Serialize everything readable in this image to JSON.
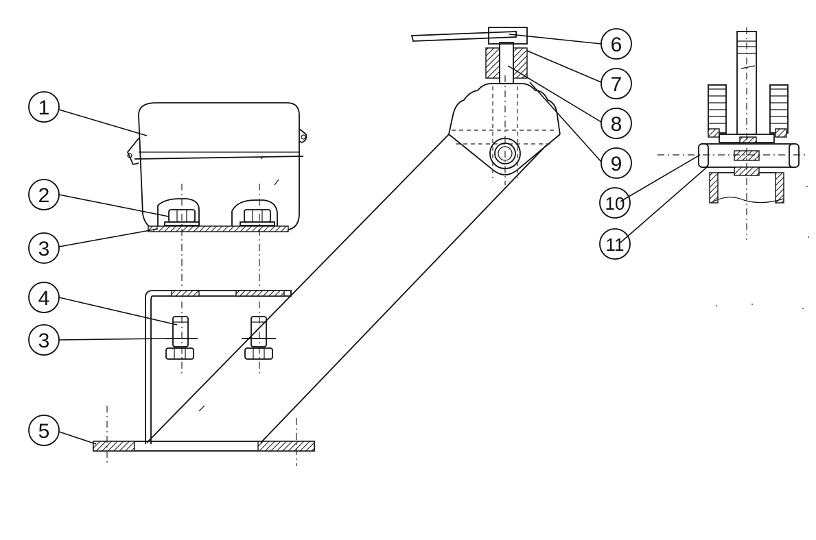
{
  "callouts": [
    {
      "id": "1",
      "label": "1"
    },
    {
      "id": "2",
      "label": "2"
    },
    {
      "id": "3a",
      "label": "3"
    },
    {
      "id": "4",
      "label": "4"
    },
    {
      "id": "3b",
      "label": "3"
    },
    {
      "id": "5",
      "label": "5"
    },
    {
      "id": "6",
      "label": "6"
    },
    {
      "id": "7",
      "label": "7"
    },
    {
      "id": "8",
      "label": "8"
    },
    {
      "id": "9",
      "label": "9"
    },
    {
      "id": "10",
      "label": "10"
    },
    {
      "id": "11",
      "label": "11"
    }
  ]
}
